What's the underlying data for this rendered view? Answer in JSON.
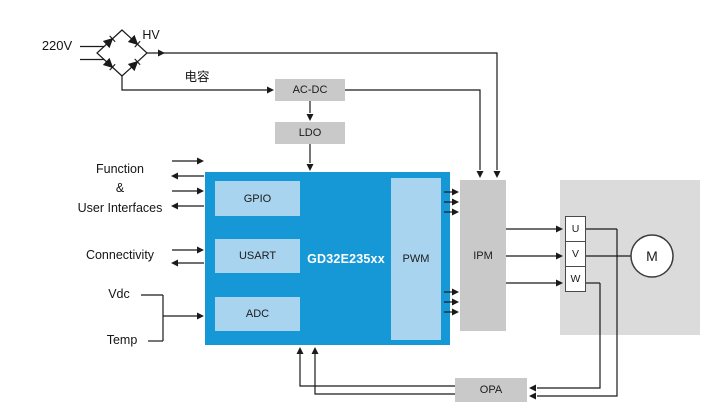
{
  "colors": {
    "mcu_blue": "#1798d6",
    "peripheral_blue": "#a9d4ef",
    "block_gray": "#c9c9c9",
    "motor_gray": "#dbdbdb",
    "line": "#1a1a1a"
  },
  "labels": {
    "mains": "220V",
    "hv": "HV",
    "capacitor": "电容",
    "function1": "Function",
    "function2": "&",
    "function3": "User Interfaces",
    "connectivity": "Connectivity",
    "vdc": "Vdc",
    "temp": "Temp"
  },
  "blocks": {
    "acdc": "AC-DC",
    "ldo": "LDO",
    "mcu": "GD32E235xx",
    "gpio": "GPIO",
    "usart": "USART",
    "adc": "ADC",
    "pwm": "PWM",
    "ipm": "IPM",
    "opa": "OPA",
    "phase_u": "U",
    "phase_v": "V",
    "phase_w": "W",
    "motor": "M"
  }
}
